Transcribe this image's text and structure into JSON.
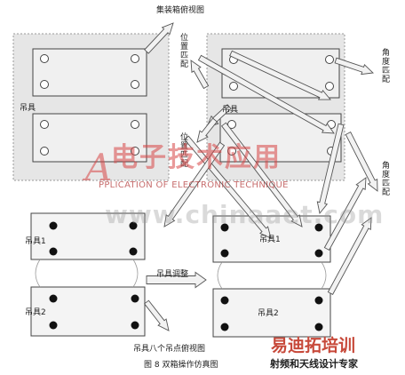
{
  "labels": {
    "top_view_assembled": "集装箱俯视图",
    "position_match": "位置匹配",
    "angle_match": "角度匹配",
    "spreader": "吊具",
    "spreader_1": "吊具1",
    "spreader_2": "吊具2",
    "spreader_adjust": "吊具调整",
    "eight_point_top_view": "吊具八个吊点俯视图"
  },
  "caption": "图 8 双箱操作仿真图",
  "watermark": {
    "brand_cn": "电子技术应用",
    "brand_letter": "A",
    "brand_en": "PPLICATION OF ELECTRONIC TECHNIQUE",
    "url": "www.chinaaet.com"
  },
  "logo": {
    "name": "易迪拓培训",
    "tagline": "射频和天线设计专家"
  },
  "colors": {
    "panel_fill": "#e6e6e6",
    "box_border": "#555555",
    "arrow_fill": "#f2f2f2",
    "arrow_stroke": "#555555",
    "dot_dark": "#111111",
    "watermark_red": "#d74646",
    "logo_red": "#c7493a"
  }
}
